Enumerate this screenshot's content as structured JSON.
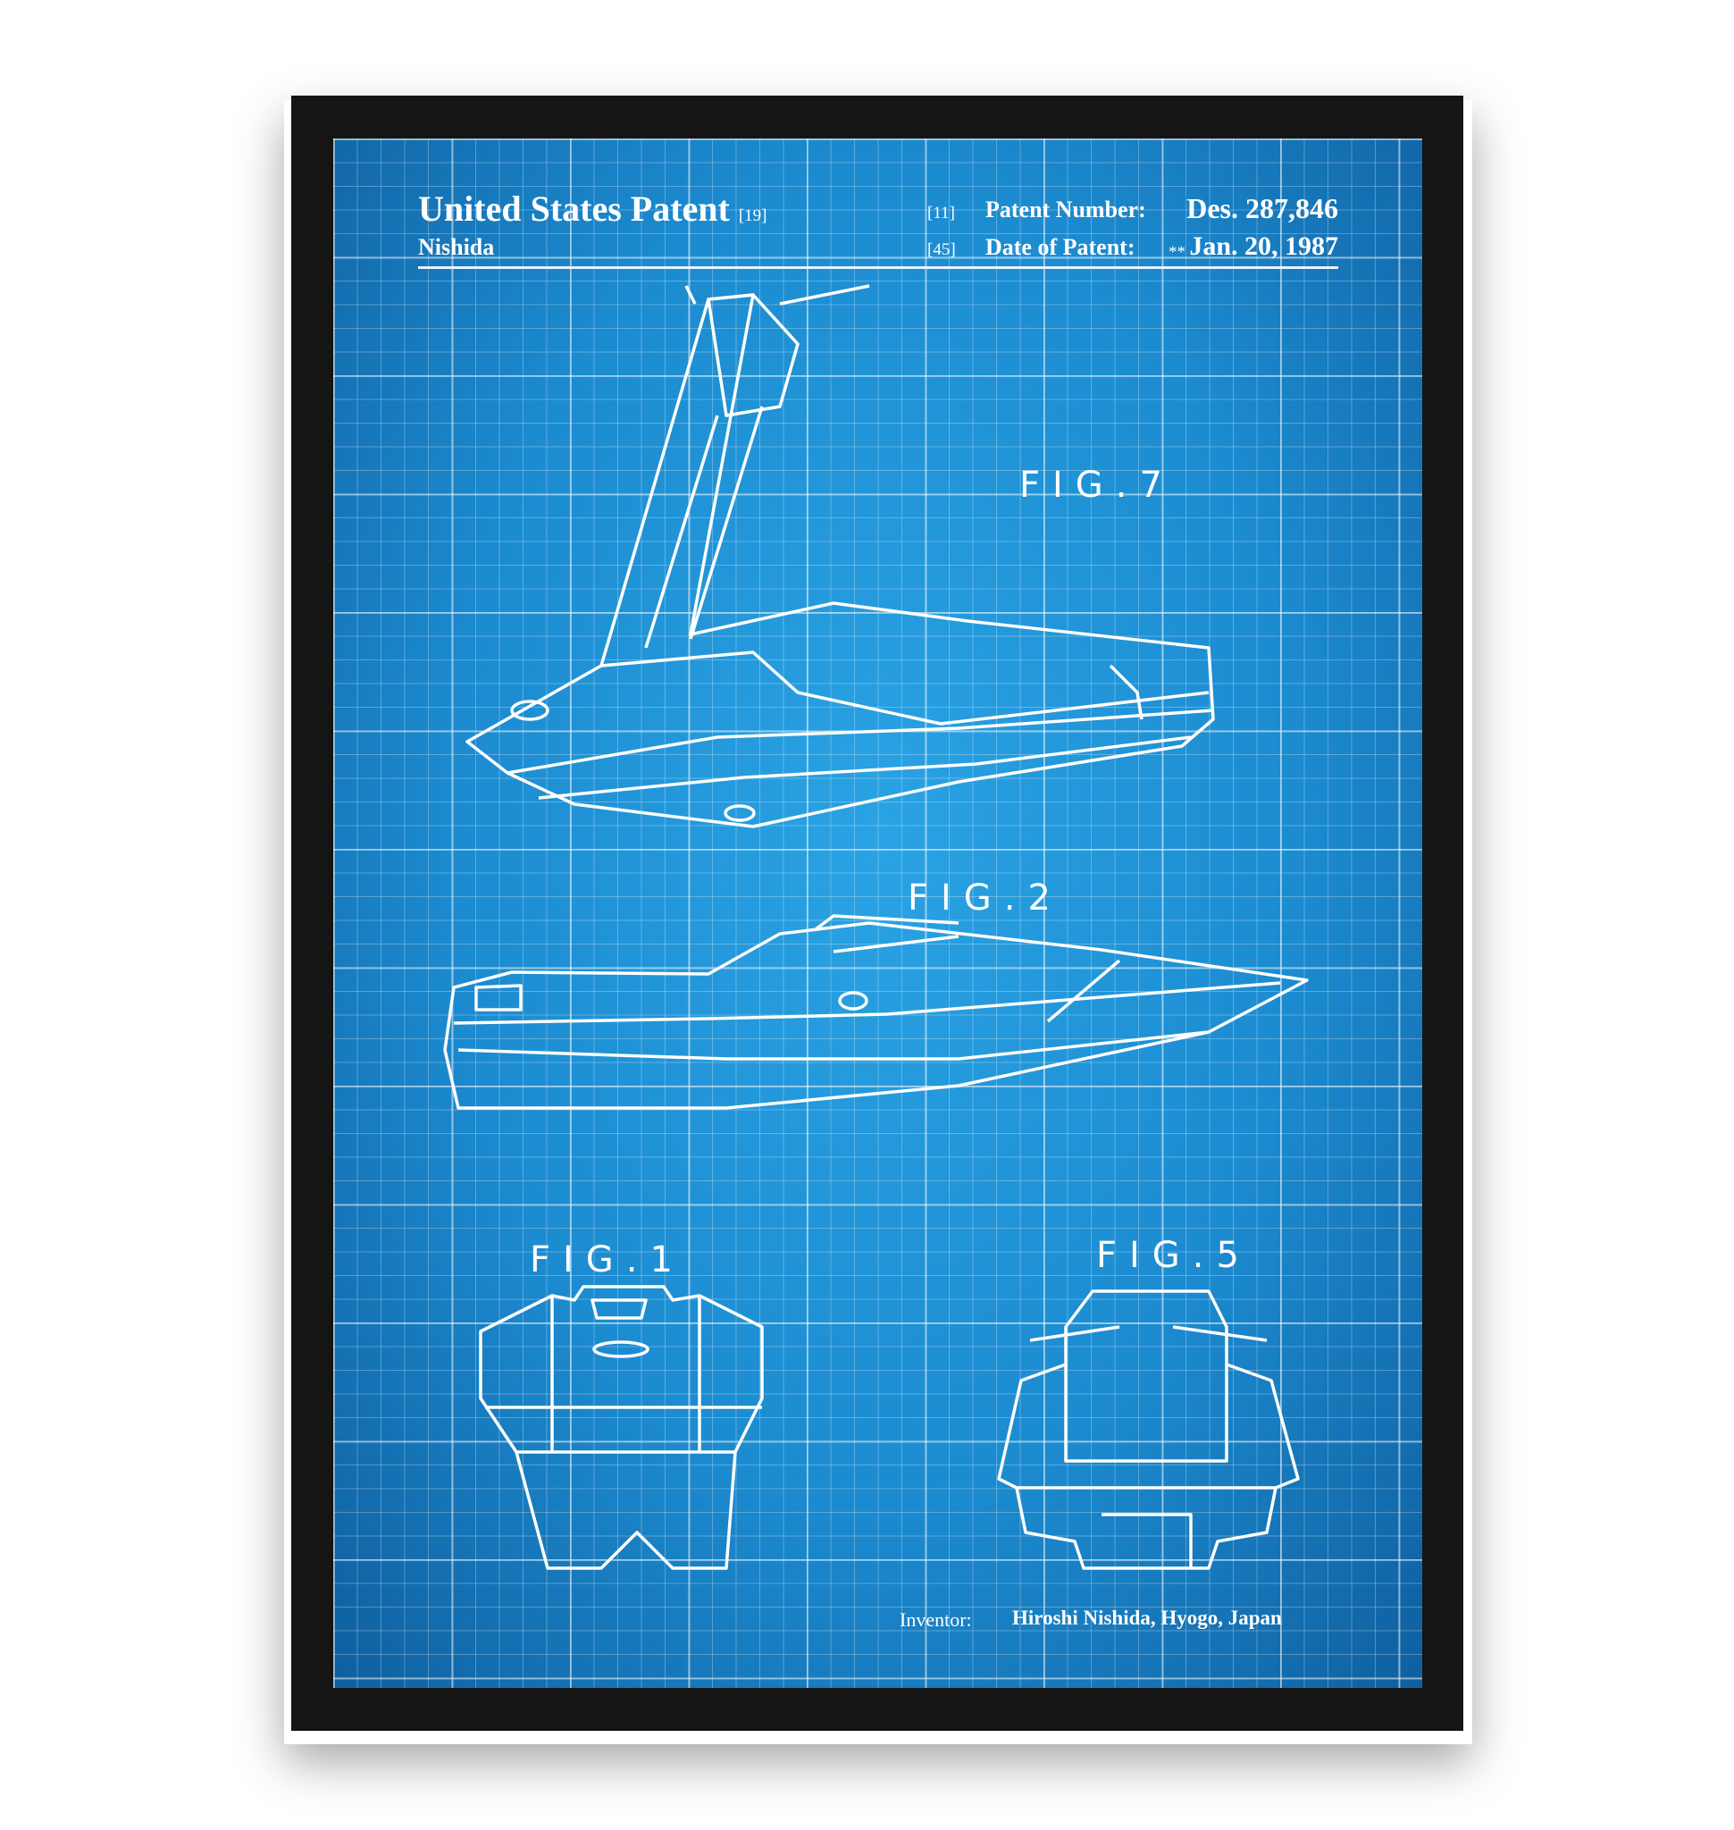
{
  "header": {
    "title": "United States Patent",
    "title_ref": "[19]",
    "inventor_surname": "Nishida",
    "number_ref": "[11]",
    "number_label": "Patent Number:",
    "number_value": "Des. 287,846",
    "date_ref": "[45]",
    "date_label": "Date of Patent:",
    "date_marker": "**",
    "date_value": "Jan. 20, 1987"
  },
  "figures": {
    "fig7": "FIG.7",
    "fig2": "FIG.2",
    "fig1": "FIG.1",
    "fig5": "FIG.5"
  },
  "footer": {
    "inventor_label": "Inventor:",
    "inventor_value": "Hiroshi Nishida, Hyogo, Japan"
  },
  "colors": {
    "blueprint": "#1c8bd0",
    "frame": "#151515",
    "lines": "#ffffff"
  }
}
